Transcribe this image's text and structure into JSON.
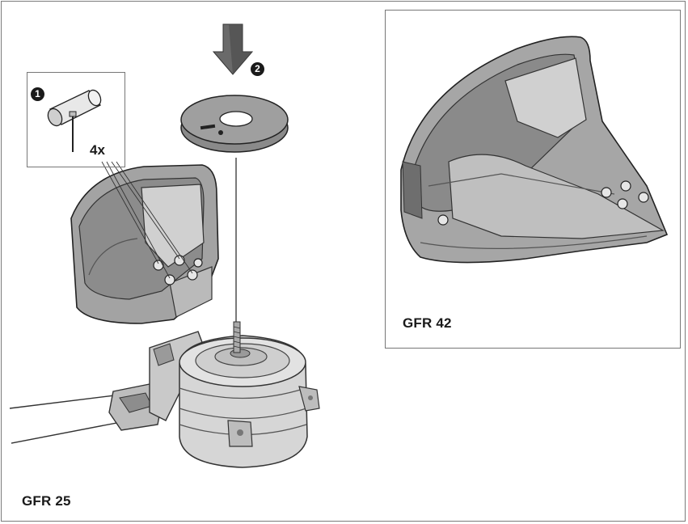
{
  "models": {
    "left": "GFR 25",
    "right": "GFR 42"
  },
  "steps": {
    "one": "1",
    "two": "2"
  },
  "tool_inset": {
    "quantity": "4x"
  },
  "icons": {
    "tool": "socket-wrench-icon",
    "arrow": "press-down-arrow-icon"
  },
  "colors": {
    "ink": "#1a1a1a",
    "guard_fill": "#a9a9a9",
    "guard_dark": "#6e6e6e",
    "guard_light": "#d2d2d2",
    "line": "#333333"
  }
}
